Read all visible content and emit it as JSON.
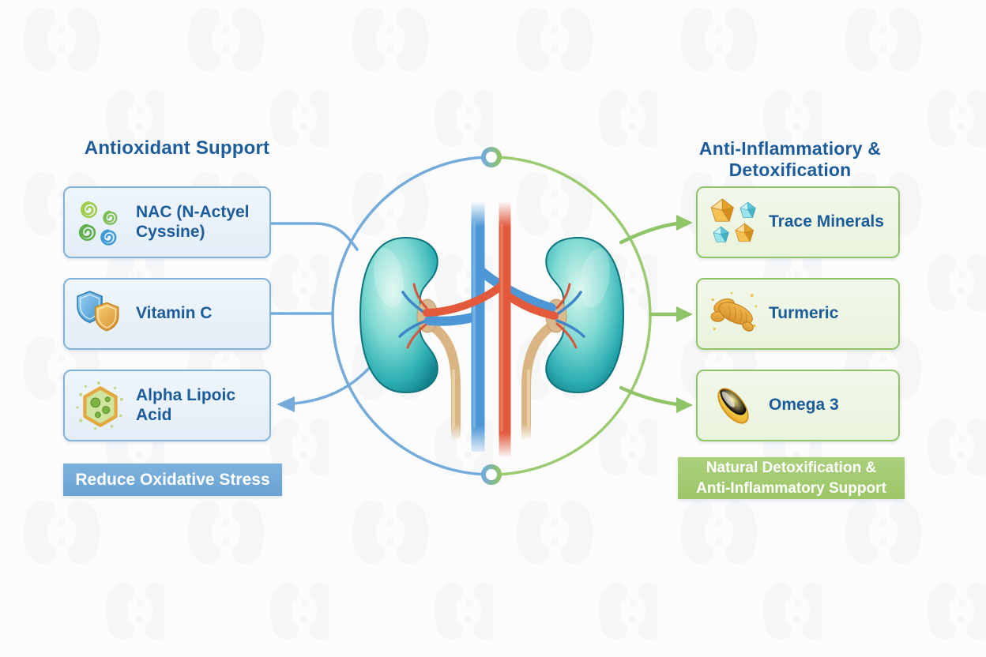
{
  "sections": {
    "left": {
      "title": "Antioxidant Support",
      "items": [
        {
          "label": "NAC (N-Actyel Cyssine)",
          "icon": "spirals-icon"
        },
        {
          "label": "Vitamin C",
          "icon": "double-shield-icon"
        },
        {
          "label": "Alpha Lipoic Acid",
          "icon": "hexagon-cell-icon"
        }
      ],
      "banner": "Reduce Oxidative Stress"
    },
    "right": {
      "title": "Anti-Inflammatiory & Detoxification",
      "items": [
        {
          "label": "Trace Minerals",
          "icon": "mineral-crystals-icon"
        },
        {
          "label": "Turmeric",
          "icon": "turmeric-root-icon"
        },
        {
          "label": "Omega 3",
          "icon": "oil-capsule-icon"
        }
      ],
      "banner_lines": [
        "Natural Detoxification &",
        "Anti-Inflammatory Support"
      ]
    },
    "center": {
      "illustration": "human kidneys with renal vessels"
    }
  },
  "colors": {
    "heading": "#1d5c9b",
    "box_border_blue": "#82b2da",
    "box_border_green": "#8fc468",
    "banner_blue": "#72aad8",
    "banner_green": "#a4cc72",
    "circle_left": "#74abdb",
    "circle_right": "#9cca70",
    "kidney_teal": "#2fb0b4",
    "vein_blue": "#4e97d6",
    "artery_red": "#e2593b",
    "ureter_tan": "#d9b583"
  }
}
